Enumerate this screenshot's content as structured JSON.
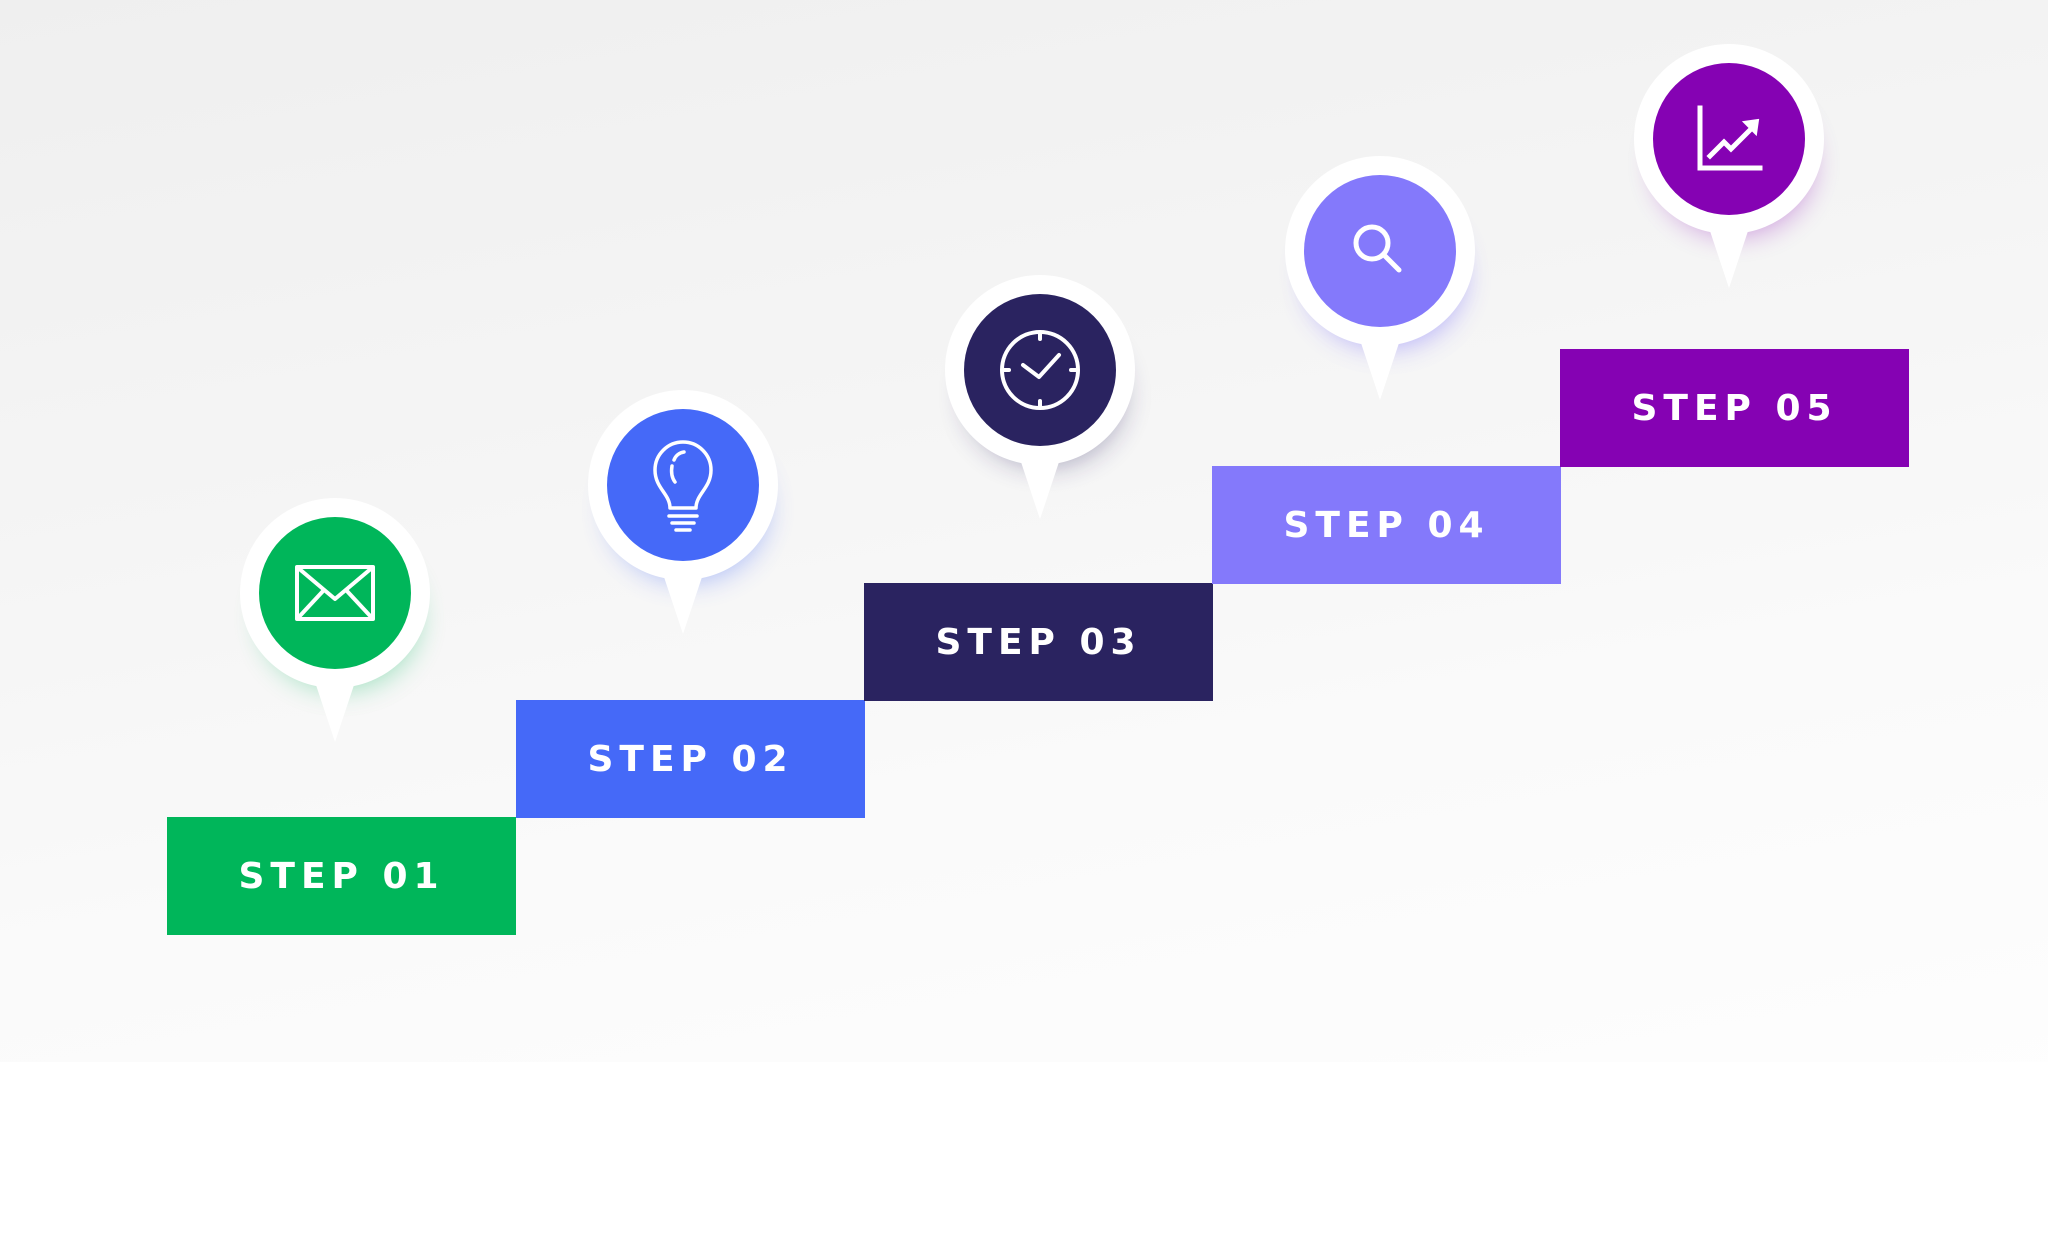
{
  "steps": [
    {
      "label": "STEP 01",
      "color": "#00b65a",
      "icon": "envelope-icon"
    },
    {
      "label": "STEP 02",
      "color": "#4569f8",
      "icon": "lightbulb-icon"
    },
    {
      "label": "STEP 03",
      "color": "#2a2360",
      "icon": "clock-icon"
    },
    {
      "label": "STEP 04",
      "color": "#8479fb",
      "icon": "search-icon"
    },
    {
      "label": "STEP 05",
      "color": "#8502b3",
      "icon": "growth-chart-icon"
    }
  ]
}
